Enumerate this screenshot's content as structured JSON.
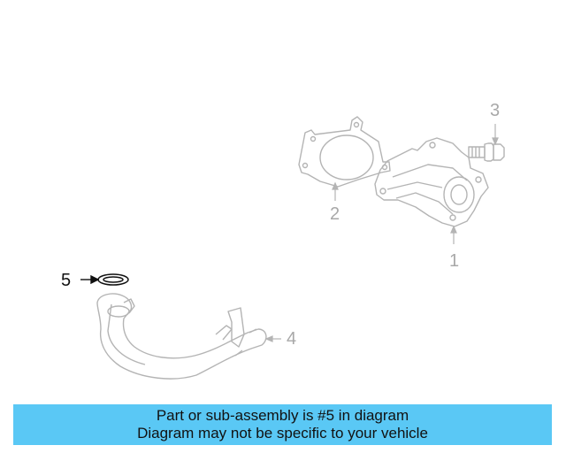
{
  "callouts": [
    {
      "id": "1",
      "label": "1",
      "highlighted": false
    },
    {
      "id": "2",
      "label": "2",
      "highlighted": false
    },
    {
      "id": "3",
      "label": "3",
      "highlighted": false
    },
    {
      "id": "4",
      "label": "4",
      "highlighted": false
    },
    {
      "id": "5",
      "label": "5",
      "highlighted": true
    }
  ],
  "banner": {
    "line1": "Part or sub-assembly is #5 in diagram",
    "line2": "Diagram may not be specific to your vehicle"
  },
  "colors": {
    "banner_background": "#5ac8f5",
    "part_outline": "#b4b4b4",
    "highlight": "#111111"
  }
}
